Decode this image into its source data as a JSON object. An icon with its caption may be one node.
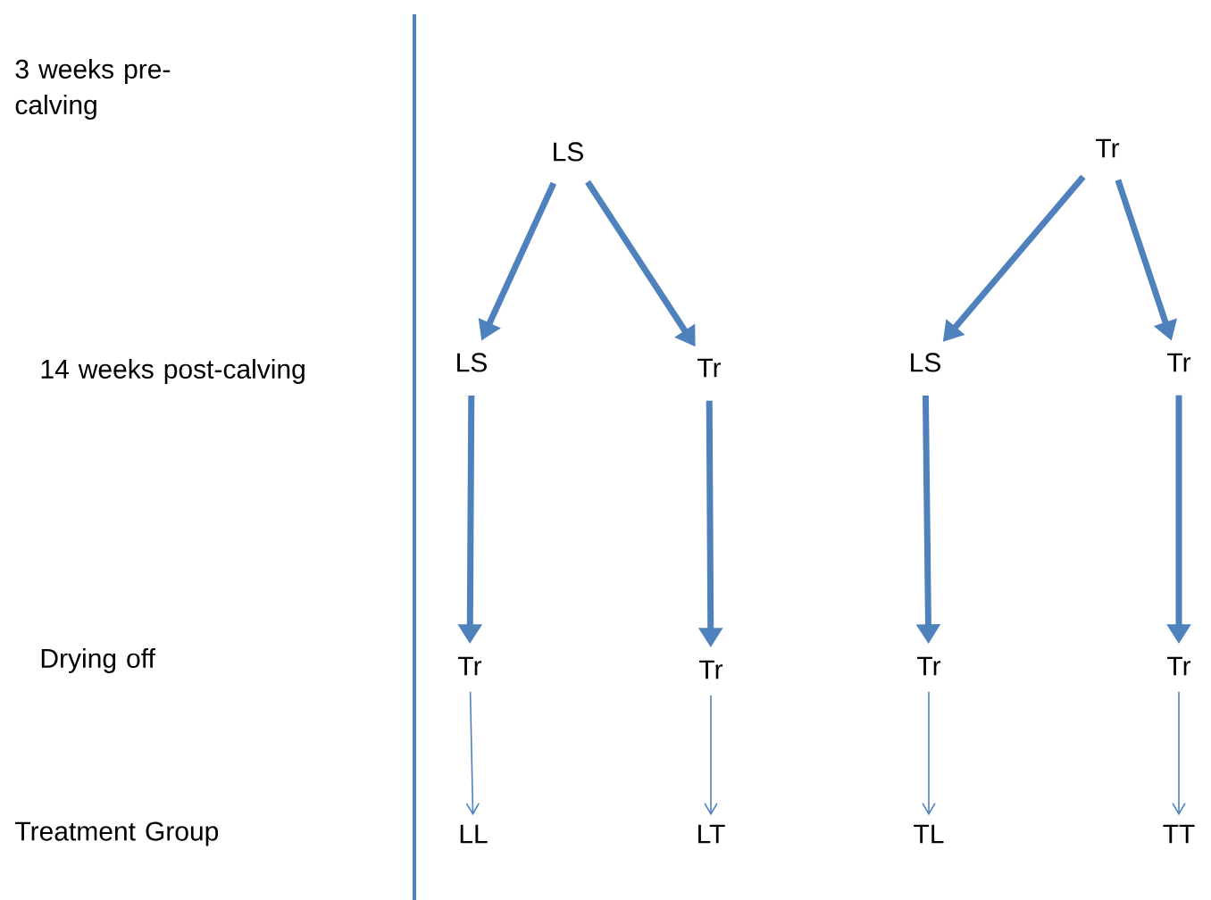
{
  "diagram": {
    "nodes": [
      {
        "text": [
          "LS"
        ]
      },
      {
        "text": [
          "Tr"
        ]
      },
      {
        "text": [
          "LS"
        ]
      },
      {
        "text": [
          "Tr"
        ]
      },
      {
        "text": [
          "LS"
        ]
      },
      {
        "text": [
          "Tr"
        ]
      },
      {
        "text": [
          "Tr"
        ]
      },
      {
        "text": [
          "Tr"
        ]
      },
      {
        "text": [
          "Tr"
        ]
      },
      {
        "text": [
          "Tr"
        ]
      },
      {
        "text": [
          "LL"
        ]
      },
      {
        "text": [
          "LT"
        ]
      },
      {
        "text": [
          "TL"
        ]
      },
      {
        "text": [
          "TT"
        ]
      }
    ],
    "edges": [
      {
        "from": 0,
        "to": 2,
        "arrow": "to"
      },
      {
        "from": 0,
        "to": 3,
        "arrow": "to"
      },
      {
        "from": 1,
        "to": 4,
        "arrow": "to"
      },
      {
        "from": 1,
        "to": 5,
        "arrow": "to"
      },
      {
        "from": 2,
        "to": 6,
        "arrow": "to"
      },
      {
        "from": 3,
        "to": 7,
        "arrow": "to"
      },
      {
        "from": 4,
        "to": 8,
        "arrow": "to"
      },
      {
        "from": 5,
        "to": 9,
        "arrow": "to"
      },
      {
        "from": 6,
        "to": 10,
        "arrow": "to"
      },
      {
        "from": 7,
        "to": 11,
        "arrow": "to"
      },
      {
        "from": 8,
        "to": 12,
        "arrow": "to"
      },
      {
        "from": 9,
        "to": 13,
        "arrow": "to"
      }
    ],
    "labels": [
      "3 weeks pre-calving",
      "14 weeks post-calving",
      "Drying off",
      "Treatment Group"
    ]
  }
}
